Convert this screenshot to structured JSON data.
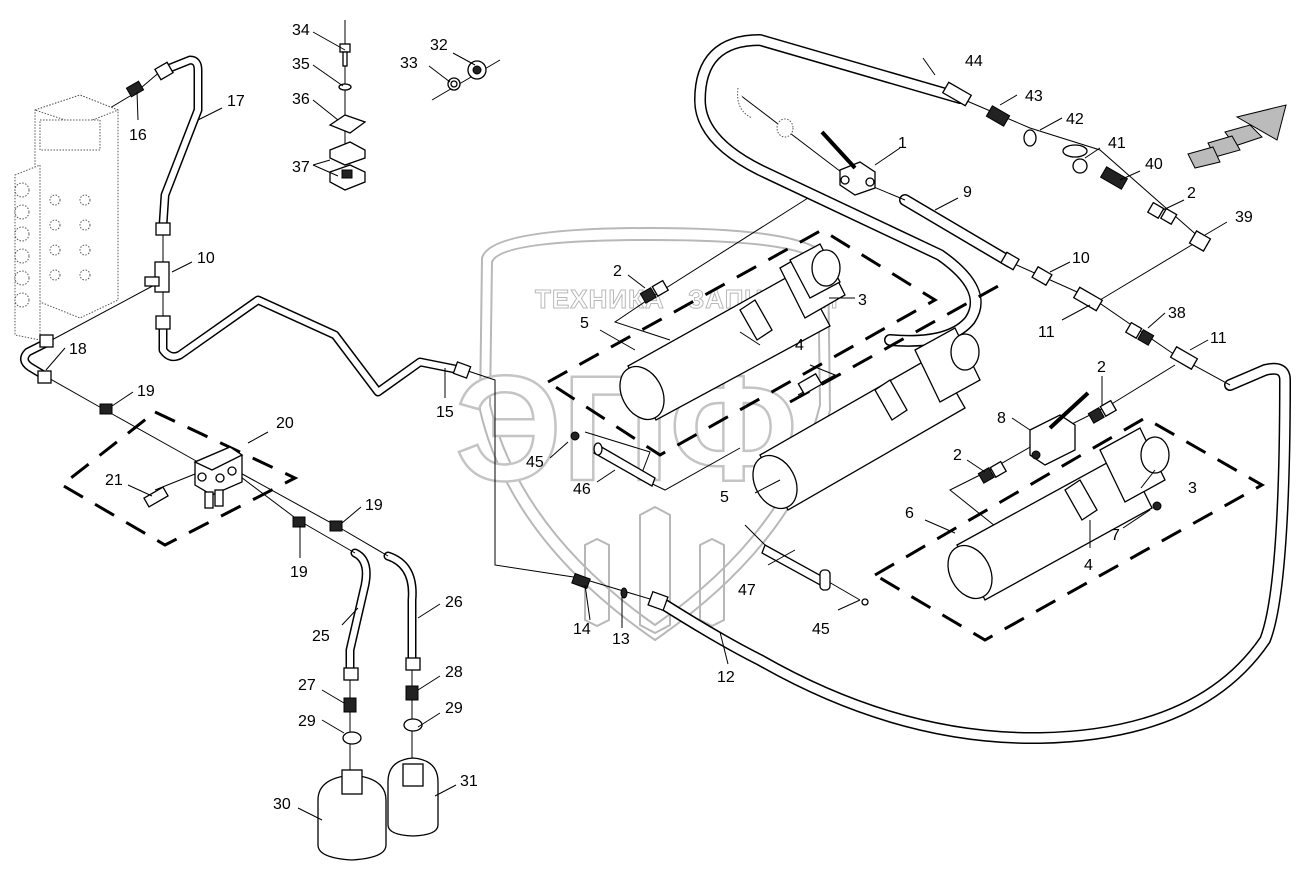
{
  "diagram": {
    "type": "exploded parts diagram",
    "subject": "hydraulic lines, valves, cylinders and accumulators",
    "watermark": {
      "left_word": "ТЕХНИКА",
      "right_word": "ЗАПЧАСТИ",
      "letters": "ЭПФ"
    },
    "direction_arrow": "forward-arrow-icon"
  },
  "callouts": [
    {
      "id": "c1",
      "label": "1",
      "part": "ball valve (3-way)"
    },
    {
      "id": "c2a",
      "label": "2",
      "part": "fitting"
    },
    {
      "id": "c2b",
      "label": "2",
      "part": "fitting"
    },
    {
      "id": "c2c",
      "label": "2",
      "part": "fitting"
    },
    {
      "id": "c2d",
      "label": "2",
      "part": "fitting"
    },
    {
      "id": "c3a",
      "label": "3",
      "part": "hydraulic cylinder"
    },
    {
      "id": "c3b",
      "label": "3",
      "part": "hydraulic cylinder"
    },
    {
      "id": "c4a",
      "label": "4",
      "part": "hose clamp"
    },
    {
      "id": "c4b",
      "label": "4",
      "part": "hose clamp"
    },
    {
      "id": "c5a",
      "label": "5",
      "part": "cylinder assembly"
    },
    {
      "id": "c5b",
      "label": "5",
      "part": "cylinder assembly"
    },
    {
      "id": "c6",
      "label": "6",
      "part": "cylinder assembly"
    },
    {
      "id": "c7",
      "label": "7",
      "part": "plug"
    },
    {
      "id": "c8",
      "label": "8",
      "part": "ball valve"
    },
    {
      "id": "c9",
      "label": "9",
      "part": "hose"
    },
    {
      "id": "c10a",
      "label": "10",
      "part": "tee"
    },
    {
      "id": "c10b",
      "label": "10",
      "part": "adapter"
    },
    {
      "id": "c11a",
      "label": "11",
      "part": "tee"
    },
    {
      "id": "c11b",
      "label": "11",
      "part": "tee"
    },
    {
      "id": "c12",
      "label": "12",
      "part": "hose"
    },
    {
      "id": "c13",
      "label": "13",
      "part": "seal ring"
    },
    {
      "id": "c14",
      "label": "14",
      "part": "adapter"
    },
    {
      "id": "c15",
      "label": "15",
      "part": "pipe"
    },
    {
      "id": "c16",
      "label": "16",
      "part": "adapter"
    },
    {
      "id": "c17",
      "label": "17",
      "part": "pipe"
    },
    {
      "id": "c18",
      "label": "18",
      "part": "pipe"
    },
    {
      "id": "c19a",
      "label": "19",
      "part": "adapter"
    },
    {
      "id": "c19b",
      "label": "19",
      "part": "adapter"
    },
    {
      "id": "c19c",
      "label": "19",
      "part": "adapter"
    },
    {
      "id": "c20",
      "label": "20",
      "part": "valve block"
    },
    {
      "id": "c21",
      "label": "21",
      "part": "plug"
    },
    {
      "id": "c25",
      "label": "25",
      "part": "pipe"
    },
    {
      "id": "c26",
      "label": "26",
      "part": "pipe"
    },
    {
      "id": "c27",
      "label": "27",
      "part": "adapter"
    },
    {
      "id": "c28",
      "label": "28",
      "part": "adapter"
    },
    {
      "id": "c29a",
      "label": "29",
      "part": "nut"
    },
    {
      "id": "c29b",
      "label": "29",
      "part": "nut"
    },
    {
      "id": "c30",
      "label": "30",
      "part": "accumulator"
    },
    {
      "id": "c31",
      "label": "31",
      "part": "accumulator"
    },
    {
      "id": "c32",
      "label": "32",
      "part": "nut"
    },
    {
      "id": "c33",
      "label": "33",
      "part": "seal"
    },
    {
      "id": "c34",
      "label": "34",
      "part": "bolt"
    },
    {
      "id": "c35",
      "label": "35",
      "part": "washer"
    },
    {
      "id": "c36",
      "label": "36",
      "part": "plate"
    },
    {
      "id": "c37",
      "label": "37",
      "part": "clamp halves"
    },
    {
      "id": "c38",
      "label": "38",
      "part": "fitting"
    },
    {
      "id": "c39",
      "label": "39",
      "part": "elbow"
    },
    {
      "id": "c40",
      "label": "40",
      "part": "adapter"
    },
    {
      "id": "c41",
      "label": "41",
      "part": "dust cap"
    },
    {
      "id": "c42",
      "label": "42",
      "part": "dust cap"
    },
    {
      "id": "c43",
      "label": "43",
      "part": "adapter"
    },
    {
      "id": "c44",
      "label": "44",
      "part": "hose"
    },
    {
      "id": "c45a",
      "label": "45",
      "part": "lubricator"
    },
    {
      "id": "c45b",
      "label": "45",
      "part": "lubricator"
    },
    {
      "id": "c46",
      "label": "46",
      "part": "pin"
    },
    {
      "id": "c47",
      "label": "47",
      "part": "pin"
    }
  ]
}
